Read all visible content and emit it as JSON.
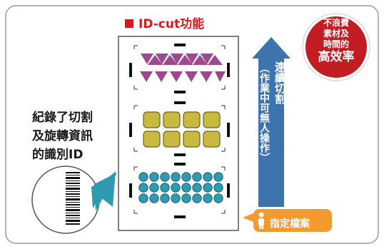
{
  "title": "ID-cut功能",
  "left_caption_lines": [
    "紀錄了切割",
    "及旋轉資訊",
    "的識別ID"
  ],
  "badge": {
    "line1": "不浪費",
    "line2": "素材及",
    "line3": "時間的",
    "line4": "高效率"
  },
  "arrow": {
    "main_text": "連續切割",
    "sub_text": "（作業中可無人操作）"
  },
  "file_button": {
    "label": "指定檔案"
  },
  "colors": {
    "accent_red": "#d7191c",
    "arrow_blue": "#3e74ad",
    "badge_red": "#c21d22",
    "file_orange": "#f29a2e",
    "triangle": "#9b4a8f",
    "square": "#c9b940",
    "circle": "#2f9bb1"
  }
}
